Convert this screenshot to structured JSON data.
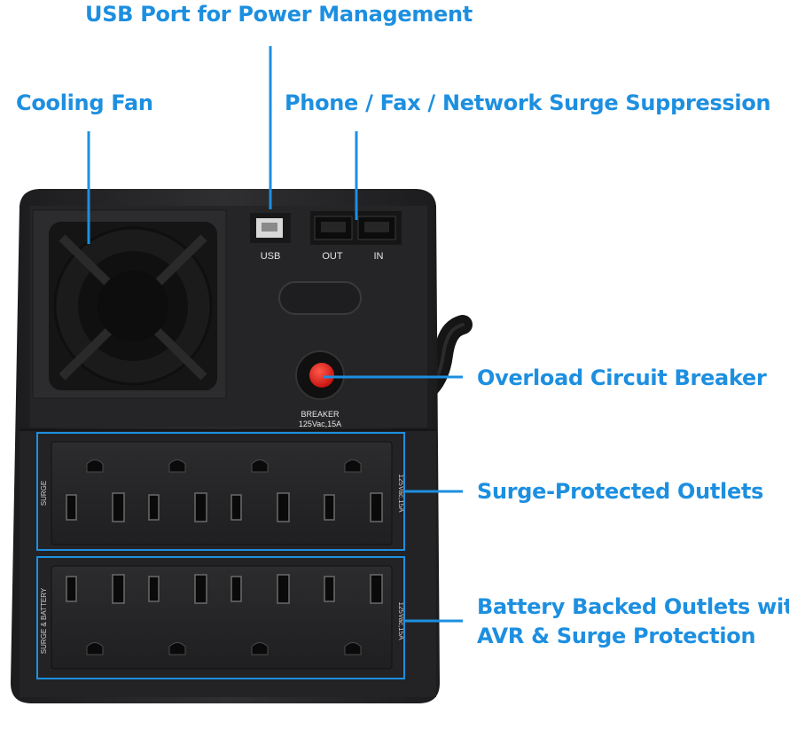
{
  "callouts": {
    "usb_port": "USB Port for Power Management",
    "cooling_fan": "Cooling Fan",
    "phone_fax": "Phone / Fax / Network Surge Suppression",
    "breaker": "Overload Circuit Breaker",
    "surge_outlets": "Surge-Protected Outlets",
    "battery_outlets_line1": "Battery Backed Outlets with",
    "battery_outlets_line2": "AVR & Surge Protection"
  },
  "device_labels": {
    "usb": "USB",
    "out": "OUT",
    "in": "IN",
    "breaker": "BREAKER",
    "breaker_rating": "125Vac,15A",
    "surge_bank": "SURGE",
    "battery_bank": "SURGE & BATTERY",
    "outlet_rating_top": "125Vac,15A",
    "outlet_rating_bottom": "125Vac,15A"
  },
  "colors": {
    "accent": "#1d8fe0",
    "device_body": "#2a2a2c",
    "breaker_button": "#e01818"
  }
}
